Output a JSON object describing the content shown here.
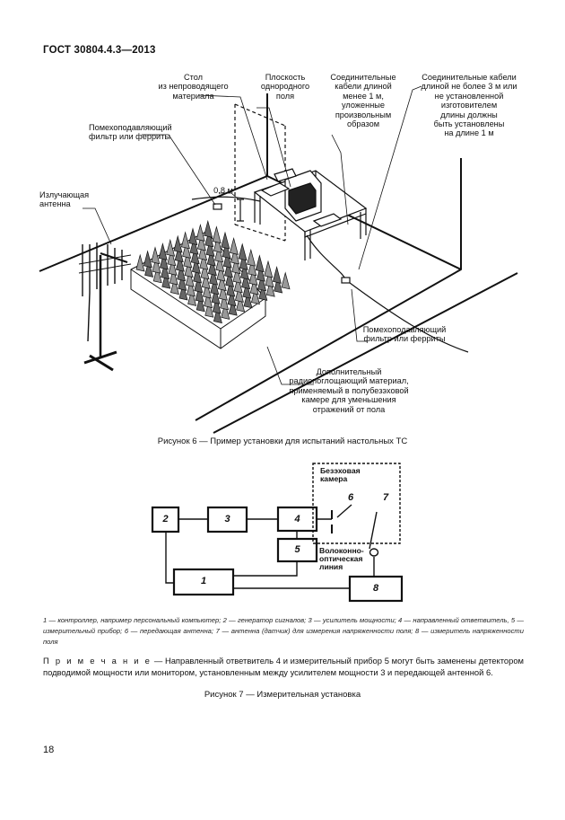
{
  "header": {
    "title": "ГОСТ 30804.4.3—2013"
  },
  "figure6": {
    "labels": {
      "table": "Стол\nиз непроводящего\nматериала",
      "plane": "Плоскость\nоднородного\nполя",
      "cables_left": "Соединительные\nкабели длиной\nменее 1 м,\nуложенные\nпроизвольным\nобразом",
      "cables_right": "Соединительные кабели\nдлиной не более 3 м или\nне установленной\nизготовителем\nдлины должны\nбыть установлены\nна длине 1 м",
      "filter_left": "Помехоподавляющий\nфильтр или ферриты",
      "antenna": "Излучающая\nантенна",
      "height": "0,8 м",
      "filter_right": "Помехоподавляющий\nфильтр или ферриты",
      "absorber": "Дополнительный\nрадиопоглощающий материал,\nприменяемый в полубезэховой\nкамере для уменьшения\nотражений от пола"
    },
    "caption": "Рисунок 6 — Пример установки для испытаний настольных ТС"
  },
  "figure7": {
    "chamber_label": "Безэховая\nкамера",
    "fiber_label": "Волоконно-\nоптическая\nлиния",
    "blocks": {
      "b1": "1",
      "b2": "2",
      "b3": "3",
      "b4": "4",
      "b5": "5",
      "b6": "6",
      "b7": "7",
      "b8": "8"
    },
    "caption": "Рисунок 7 — Измерительная установка"
  },
  "legend": "1 — контроллер, например персональный компьютер; 2 — генератор сигналов; 3 — усилитель мощности; 4 — направленный ответвитель, 5 — измерительный прибор; 6 — передающая антенна; 7 — антенна (датчик) для измерения напряженности поля; 8 — измеритель напряженности поля",
  "note": {
    "lead": "П р и м е ч а н и е",
    "text": " — Направленный ответвитель 4 и измерительный прибор 5 могут быть заменены детектором подводимой мощности или монитором, установленным между усилителем мощности 3 и передающей антенной 6."
  },
  "page_number": "18"
}
